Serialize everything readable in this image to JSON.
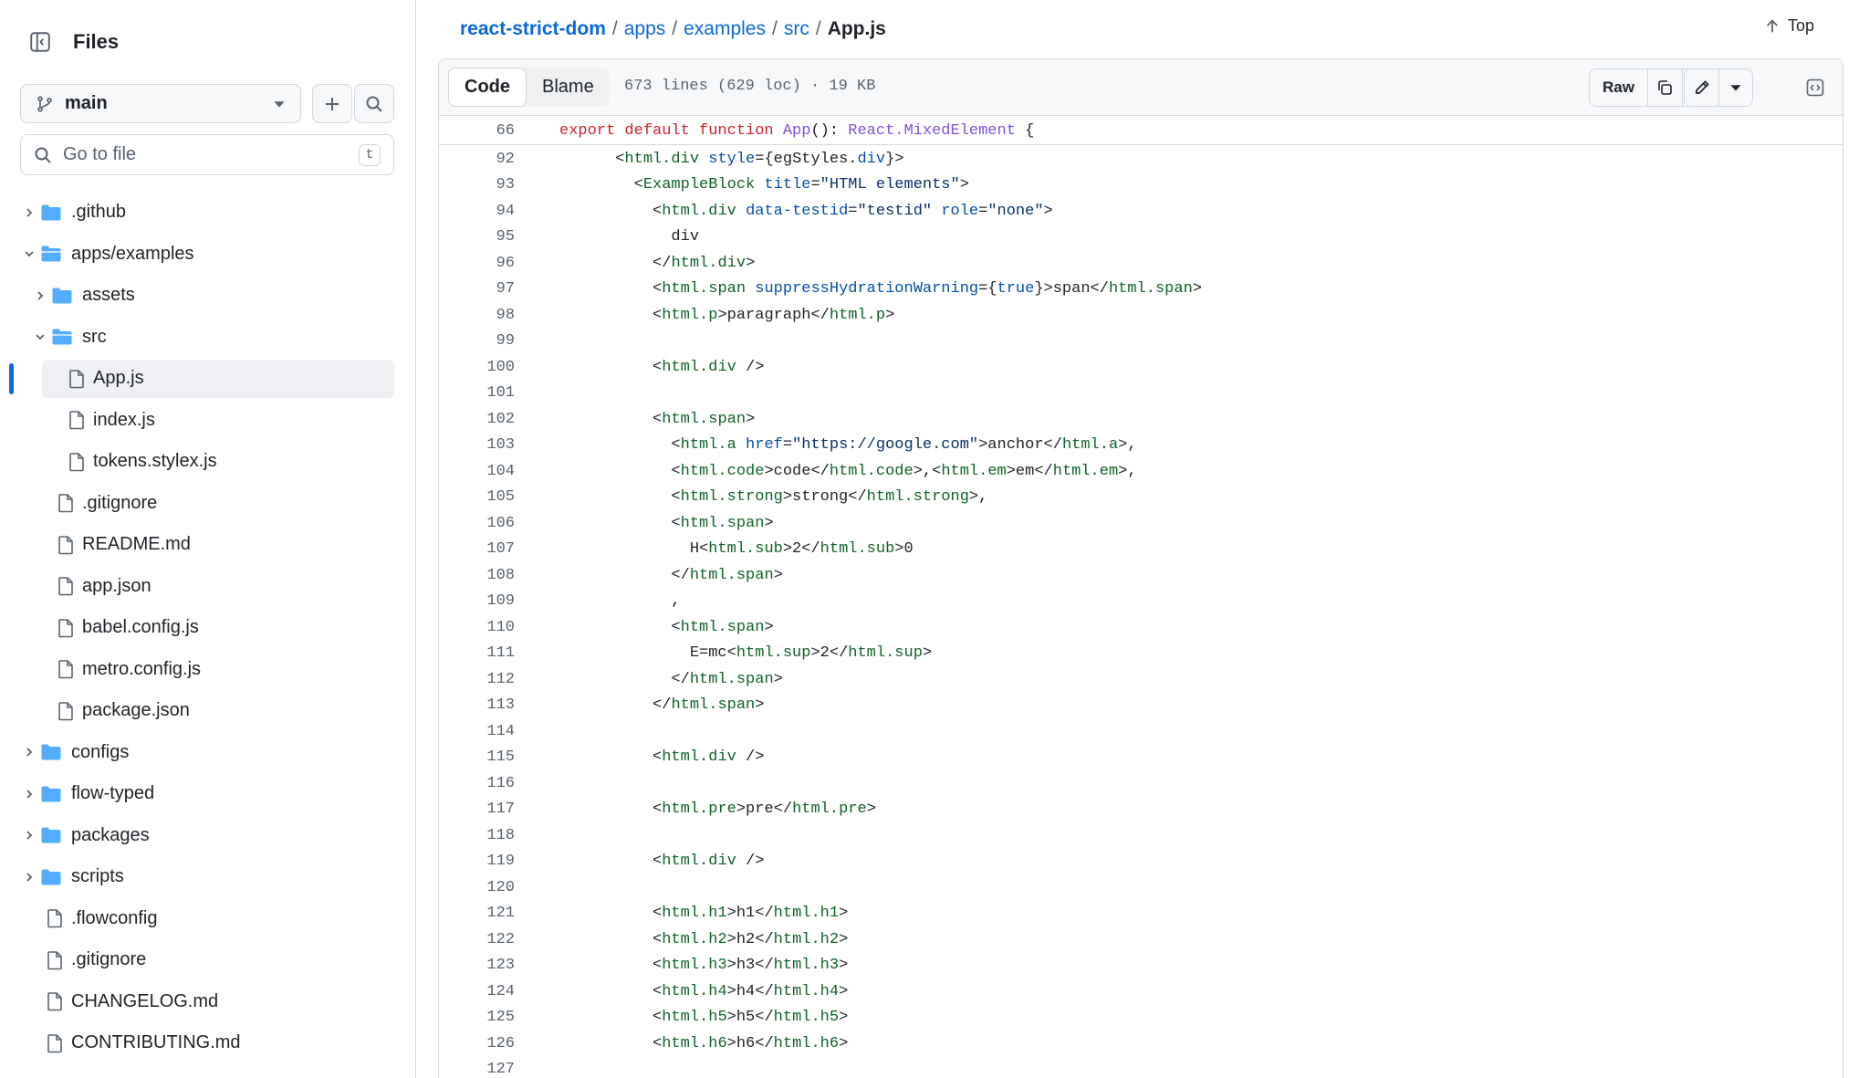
{
  "sidebar": {
    "title": "Files",
    "branch": "main",
    "search_placeholder": "Go to file",
    "search_shortcut": "t",
    "tree": [
      {
        "label": ".github",
        "type": "folder",
        "depth": 0,
        "expanded": false
      },
      {
        "label": "apps/examples",
        "type": "folder",
        "depth": 0,
        "expanded": true
      },
      {
        "label": "assets",
        "type": "folder",
        "depth": 1,
        "expanded": false
      },
      {
        "label": "src",
        "type": "folder",
        "depth": 1,
        "expanded": true
      },
      {
        "label": "App.js",
        "type": "file",
        "depth": 2,
        "active": true
      },
      {
        "label": "index.js",
        "type": "file",
        "depth": 2
      },
      {
        "label": "tokens.stylex.js",
        "type": "file",
        "depth": 2
      },
      {
        "label": ".gitignore",
        "type": "file",
        "depth": 1
      },
      {
        "label": "README.md",
        "type": "file",
        "depth": 1
      },
      {
        "label": "app.json",
        "type": "file",
        "depth": 1
      },
      {
        "label": "babel.config.js",
        "type": "file",
        "depth": 1
      },
      {
        "label": "metro.config.js",
        "type": "file",
        "depth": 1
      },
      {
        "label": "package.json",
        "type": "file",
        "depth": 1
      },
      {
        "label": "configs",
        "type": "folder",
        "depth": 0,
        "expanded": false
      },
      {
        "label": "flow-typed",
        "type": "folder",
        "depth": 0,
        "expanded": false
      },
      {
        "label": "packages",
        "type": "folder",
        "depth": 0,
        "expanded": false
      },
      {
        "label": "scripts",
        "type": "folder",
        "depth": 0,
        "expanded": false
      },
      {
        "label": ".flowconfig",
        "type": "file",
        "depth": 0
      },
      {
        "label": ".gitignore",
        "type": "file",
        "depth": 0
      },
      {
        "label": "CHANGELOG.md",
        "type": "file",
        "depth": 0
      },
      {
        "label": "CONTRIBUTING.md",
        "type": "file",
        "depth": 0
      }
    ]
  },
  "breadcrumb": {
    "repo": "react-strict-dom",
    "parts": [
      "apps",
      "examples",
      "src"
    ],
    "current": "App.js",
    "sep": "/"
  },
  "top_label": "Top",
  "file_header": {
    "tab_code": "Code",
    "tab_blame": "Blame",
    "info": "673 lines (629 loc) · 19 KB",
    "raw_label": "Raw"
  },
  "sticky_line": {
    "num": "66",
    "tokens": [
      [
        "k",
        "export default function "
      ],
      [
        "f",
        "App"
      ],
      [
        "p",
        "(): "
      ],
      [
        "f",
        "React.MixedElement"
      ],
      [
        "p",
        " {"
      ]
    ]
  },
  "code_lines": [
    {
      "num": "92",
      "tokens": [
        [
          "i",
          "      "
        ],
        [
          "p",
          "<"
        ],
        [
          "t",
          "html.div"
        ],
        [
          "p",
          " "
        ],
        [
          "a",
          "style"
        ],
        [
          "p",
          "={"
        ],
        [
          "p",
          "egStyles"
        ],
        [
          "p",
          "."
        ],
        [
          "a",
          "div"
        ],
        [
          "p",
          "}>"
        ]
      ]
    },
    {
      "num": "93",
      "tokens": [
        [
          "i",
          "        "
        ],
        [
          "p",
          "<"
        ],
        [
          "t",
          "ExampleBlock"
        ],
        [
          "p",
          " "
        ],
        [
          "a",
          "title"
        ],
        [
          "p",
          "="
        ],
        [
          "s",
          "\"HTML elements\""
        ],
        [
          "p",
          ">"
        ]
      ]
    },
    {
      "num": "94",
      "tokens": [
        [
          "i",
          "          "
        ],
        [
          "p",
          "<"
        ],
        [
          "t",
          "html.div"
        ],
        [
          "p",
          " "
        ],
        [
          "a",
          "data-testid"
        ],
        [
          "p",
          "="
        ],
        [
          "s",
          "\"testid\""
        ],
        [
          "p",
          " "
        ],
        [
          "a",
          "role"
        ],
        [
          "p",
          "="
        ],
        [
          "s",
          "\"none\""
        ],
        [
          "p",
          ">"
        ]
      ]
    },
    {
      "num": "95",
      "tokens": [
        [
          "i",
          "            "
        ],
        [
          "p",
          "div"
        ]
      ]
    },
    {
      "num": "96",
      "tokens": [
        [
          "i",
          "          "
        ],
        [
          "p",
          "</"
        ],
        [
          "t",
          "html.div"
        ],
        [
          "p",
          ">"
        ]
      ]
    },
    {
      "num": "97",
      "tokens": [
        [
          "i",
          "          "
        ],
        [
          "p",
          "<"
        ],
        [
          "t",
          "html.span"
        ],
        [
          "p",
          " "
        ],
        [
          "a",
          "suppressHydrationWarning"
        ],
        [
          "p",
          "={"
        ],
        [
          "a",
          "true"
        ],
        [
          "p",
          "}>span</"
        ],
        [
          "t",
          "html.span"
        ],
        [
          "p",
          ">"
        ]
      ]
    },
    {
      "num": "98",
      "tokens": [
        [
          "i",
          "          "
        ],
        [
          "p",
          "<"
        ],
        [
          "t",
          "html.p"
        ],
        [
          "p",
          ">paragraph</"
        ],
        [
          "t",
          "html.p"
        ],
        [
          "p",
          ">"
        ]
      ]
    },
    {
      "num": "99",
      "tokens": []
    },
    {
      "num": "100",
      "tokens": [
        [
          "i",
          "          "
        ],
        [
          "p",
          "<"
        ],
        [
          "t",
          "html.div"
        ],
        [
          "p",
          " />"
        ]
      ]
    },
    {
      "num": "101",
      "tokens": []
    },
    {
      "num": "102",
      "tokens": [
        [
          "i",
          "          "
        ],
        [
          "p",
          "<"
        ],
        [
          "t",
          "html.span"
        ],
        [
          "p",
          ">"
        ]
      ]
    },
    {
      "num": "103",
      "tokens": [
        [
          "i",
          "            "
        ],
        [
          "p",
          "<"
        ],
        [
          "t",
          "html.a"
        ],
        [
          "p",
          " "
        ],
        [
          "a",
          "href"
        ],
        [
          "p",
          "="
        ],
        [
          "s",
          "\"https://google.com\""
        ],
        [
          "p",
          ">anchor</"
        ],
        [
          "t",
          "html.a"
        ],
        [
          "p",
          ">,"
        ]
      ]
    },
    {
      "num": "104",
      "tokens": [
        [
          "i",
          "            "
        ],
        [
          "p",
          "<"
        ],
        [
          "t",
          "html.code"
        ],
        [
          "p",
          ">code</"
        ],
        [
          "t",
          "html.code"
        ],
        [
          "p",
          ">,<"
        ],
        [
          "t",
          "html.em"
        ],
        [
          "p",
          ">em</"
        ],
        [
          "t",
          "html.em"
        ],
        [
          "p",
          ">,"
        ]
      ]
    },
    {
      "num": "105",
      "tokens": [
        [
          "i",
          "            "
        ],
        [
          "p",
          "<"
        ],
        [
          "t",
          "html.strong"
        ],
        [
          "p",
          ">strong</"
        ],
        [
          "t",
          "html.strong"
        ],
        [
          "p",
          ">,"
        ]
      ]
    },
    {
      "num": "106",
      "tokens": [
        [
          "i",
          "            "
        ],
        [
          "p",
          "<"
        ],
        [
          "t",
          "html.span"
        ],
        [
          "p",
          ">"
        ]
      ]
    },
    {
      "num": "107",
      "tokens": [
        [
          "i",
          "              "
        ],
        [
          "p",
          "H<"
        ],
        [
          "t",
          "html.sub"
        ],
        [
          "p",
          ">2</"
        ],
        [
          "t",
          "html.sub"
        ],
        [
          "p",
          ">0"
        ]
      ]
    },
    {
      "num": "108",
      "tokens": [
        [
          "i",
          "            "
        ],
        [
          "p",
          "</"
        ],
        [
          "t",
          "html.span"
        ],
        [
          "p",
          ">"
        ]
      ]
    },
    {
      "num": "109",
      "tokens": [
        [
          "i",
          "            "
        ],
        [
          "p",
          ","
        ]
      ]
    },
    {
      "num": "110",
      "tokens": [
        [
          "i",
          "            "
        ],
        [
          "p",
          "<"
        ],
        [
          "t",
          "html.span"
        ],
        [
          "p",
          ">"
        ]
      ]
    },
    {
      "num": "111",
      "tokens": [
        [
          "i",
          "              "
        ],
        [
          "p",
          "E=mc<"
        ],
        [
          "t",
          "html.sup"
        ],
        [
          "p",
          ">2</"
        ],
        [
          "t",
          "html.sup"
        ],
        [
          "p",
          ">"
        ]
      ]
    },
    {
      "num": "112",
      "tokens": [
        [
          "i",
          "            "
        ],
        [
          "p",
          "</"
        ],
        [
          "t",
          "html.span"
        ],
        [
          "p",
          ">"
        ]
      ]
    },
    {
      "num": "113",
      "tokens": [
        [
          "i",
          "          "
        ],
        [
          "p",
          "</"
        ],
        [
          "t",
          "html.span"
        ],
        [
          "p",
          ">"
        ]
      ]
    },
    {
      "num": "114",
      "tokens": []
    },
    {
      "num": "115",
      "tokens": [
        [
          "i",
          "          "
        ],
        [
          "p",
          "<"
        ],
        [
          "t",
          "html.div"
        ],
        [
          "p",
          " />"
        ]
      ]
    },
    {
      "num": "116",
      "tokens": []
    },
    {
      "num": "117",
      "tokens": [
        [
          "i",
          "          "
        ],
        [
          "p",
          "<"
        ],
        [
          "t",
          "html.pre"
        ],
        [
          "p",
          ">pre</"
        ],
        [
          "t",
          "html.pre"
        ],
        [
          "p",
          ">"
        ]
      ]
    },
    {
      "num": "118",
      "tokens": []
    },
    {
      "num": "119",
      "tokens": [
        [
          "i",
          "          "
        ],
        [
          "p",
          "<"
        ],
        [
          "t",
          "html.div"
        ],
        [
          "p",
          " />"
        ]
      ]
    },
    {
      "num": "120",
      "tokens": []
    },
    {
      "num": "121",
      "tokens": [
        [
          "i",
          "          "
        ],
        [
          "p",
          "<"
        ],
        [
          "t",
          "html.h1"
        ],
        [
          "p",
          ">h1</"
        ],
        [
          "t",
          "html.h1"
        ],
        [
          "p",
          ">"
        ]
      ]
    },
    {
      "num": "122",
      "tokens": [
        [
          "i",
          "          "
        ],
        [
          "p",
          "<"
        ],
        [
          "t",
          "html.h2"
        ],
        [
          "p",
          ">h2</"
        ],
        [
          "t",
          "html.h2"
        ],
        [
          "p",
          ">"
        ]
      ]
    },
    {
      "num": "123",
      "tokens": [
        [
          "i",
          "          "
        ],
        [
          "p",
          "<"
        ],
        [
          "t",
          "html.h3"
        ],
        [
          "p",
          ">h3</"
        ],
        [
          "t",
          "html.h3"
        ],
        [
          "p",
          ">"
        ]
      ]
    },
    {
      "num": "124",
      "tokens": [
        [
          "i",
          "          "
        ],
        [
          "p",
          "<"
        ],
        [
          "t",
          "html.h4"
        ],
        [
          "p",
          ">h4</"
        ],
        [
          "t",
          "html.h4"
        ],
        [
          "p",
          ">"
        ]
      ]
    },
    {
      "num": "125",
      "tokens": [
        [
          "i",
          "          "
        ],
        [
          "p",
          "<"
        ],
        [
          "t",
          "html.h5"
        ],
        [
          "p",
          ">h5</"
        ],
        [
          "t",
          "html.h5"
        ],
        [
          "p",
          ">"
        ]
      ]
    },
    {
      "num": "126",
      "tokens": [
        [
          "i",
          "          "
        ],
        [
          "p",
          "<"
        ],
        [
          "t",
          "html.h6"
        ],
        [
          "p",
          ">h6</"
        ],
        [
          "t",
          "html.h6"
        ],
        [
          "p",
          ">"
        ]
      ]
    },
    {
      "num": "127",
      "tokens": []
    }
  ],
  "colors": {
    "accent": "#0969da",
    "folder": "#54aeff",
    "border": "#d0d7de",
    "muted": "#59636e"
  }
}
